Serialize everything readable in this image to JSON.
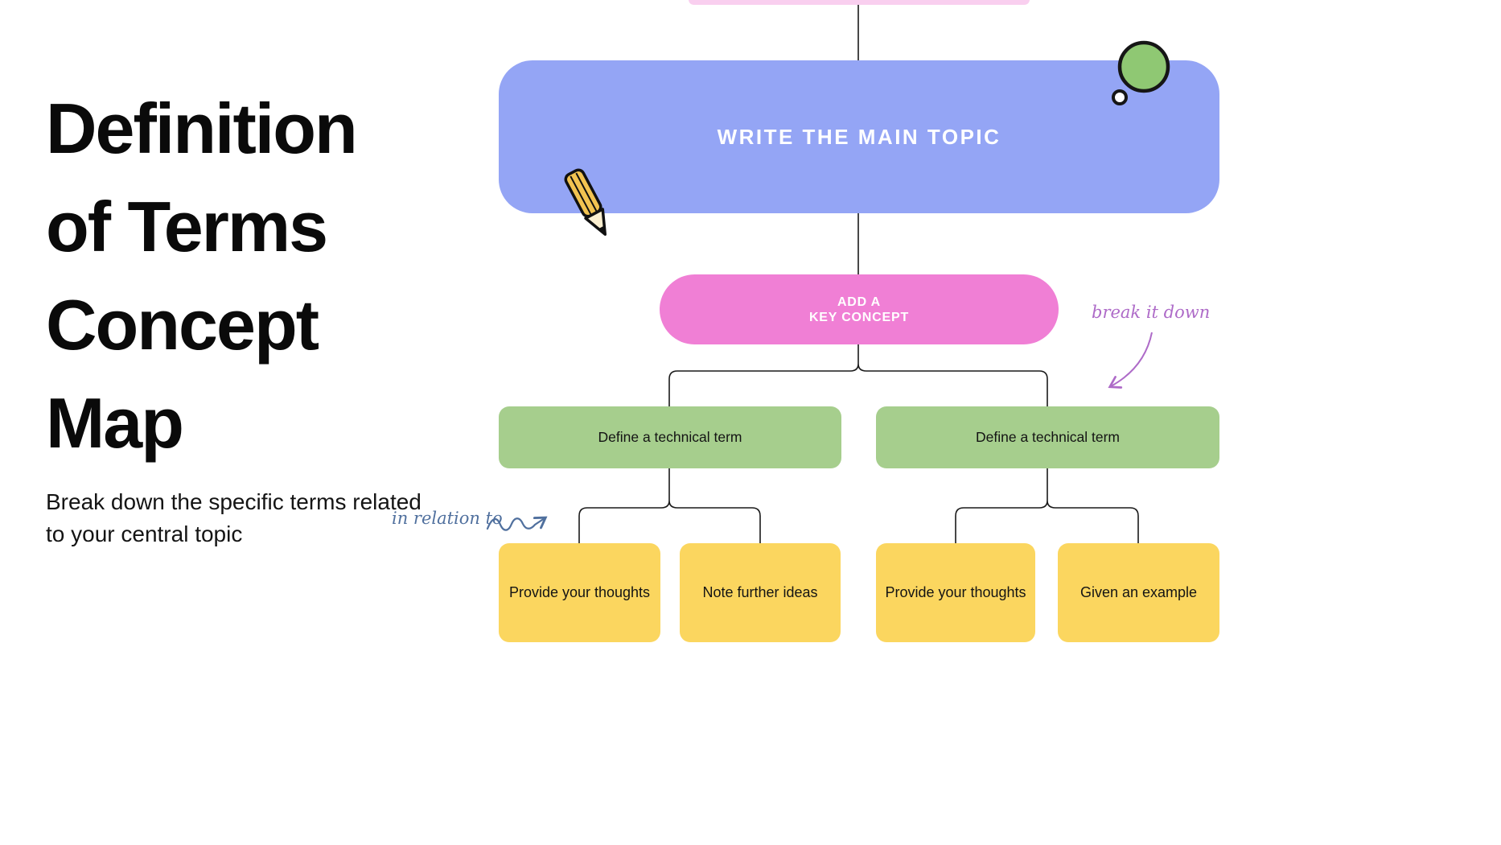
{
  "page": {
    "background": "#ffffff",
    "line_color": "#1a1a1a"
  },
  "header": {
    "title_lines": [
      "Definition",
      "of Terms",
      "Concept",
      "Map"
    ],
    "subtitle": "Break down the specific terms related to your central topic"
  },
  "concept_map": {
    "main_topic": {
      "label": "WRITE THE MAIN TOPIC",
      "color": "#94A5F5"
    },
    "key_concept": {
      "line1": "ADD A",
      "line2": "KEY CONCEPT",
      "color": "#F07FD5"
    },
    "cropped_top_node": {
      "color": "#F9CFEF"
    },
    "term_nodes": [
      {
        "label": "Define a technical term",
        "color": "#A6CE8D"
      },
      {
        "label": "Define a technical term",
        "color": "#A6CE8D"
      }
    ],
    "leaf_nodes": [
      {
        "label": "Provide your thoughts",
        "color": "#FBD65F"
      },
      {
        "label": "Note further ideas",
        "color": "#FBD65F"
      },
      {
        "label": "Provide your thoughts",
        "color": "#FBD65F"
      },
      {
        "label": "Given an example",
        "color": "#FBD65F"
      }
    ],
    "annotations": [
      {
        "text": "break it down",
        "color": "#AE6BC8"
      },
      {
        "text": "in relation to",
        "color": "#50709E"
      }
    ],
    "icons": {
      "pencil": "pencil-icon",
      "thought_bubble": "thought-bubble-icon",
      "curved_arrow": "curved-arrow-icon",
      "squiggle_arrow": "squiggle-arrow-icon"
    }
  }
}
